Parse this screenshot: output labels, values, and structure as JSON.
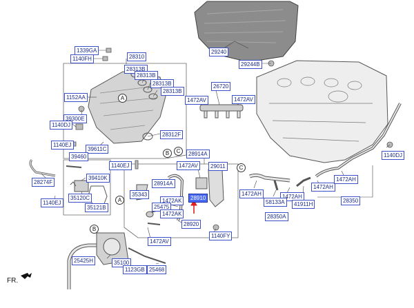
{
  "orientation_label": "FR.",
  "labels": {
    "l1339GA": "1339GA",
    "l1140FH": "1140FH",
    "l28310": "28310",
    "l28313B_1": "28313B",
    "l28313B_2": "28313B",
    "l28313B_3": "28313B",
    "l28313B_4": "28313B",
    "l1152AA": "1152AA",
    "l39300E": "39300E",
    "l1140DJ_a": "1140DJ",
    "l1140EJ_a": "1140EJ",
    "l39611C": "39611C",
    "l28312F": "28312F",
    "l29240": "29240",
    "l29244B": "29244B",
    "l26720": "26720",
    "l1472AV_1": "1472AV",
    "l1472AV_2": "1472AV",
    "l1140DJ_b": "1140DJ",
    "l39460": "39460",
    "l28274F": "28274F",
    "l39410K": "39410K",
    "l1140EJ_b": "1140EJ",
    "l1140EJ_c": "1140EJ",
    "l35120C": "35120C",
    "l35121B": "35121B",
    "l28914A_1": "28914A",
    "l1472AV_3": "1472AV",
    "l29011": "29011",
    "l28914A_2": "28914A",
    "l35343": "35343",
    "l1472AK_1": "1472AK",
    "l25475": "25475",
    "l28910": "28910",
    "l1472AK_2": "1472AK",
    "l28920": "28920",
    "l1472AV_4": "1472AV",
    "l1140FY": "1140FY",
    "l1472AH_1": "1472AH",
    "l1472AH_2": "1472AH",
    "l1472AH_3": "1472AH",
    "l1472AH_4": "1472AH",
    "l58133A": "58133A",
    "l41911H": "41911H",
    "l28350A": "28350A",
    "l28350": "28350",
    "l25425H": "25425H",
    "l35100": "35100",
    "l1123GB": "1123GB",
    "l25468": "25468"
  },
  "callouts": {
    "a1": "A",
    "b1": "B",
    "c1": "C",
    "a2": "A",
    "c2": "C",
    "b2": "B"
  },
  "colors": {
    "label_border": "#3a4fc8",
    "label_text": "#1a2a8c",
    "highlight_fill": "#4a6cf5",
    "arrow": "#e02020",
    "part_fill": "#d9d9d9",
    "part_stroke": "#555555",
    "cover_fill": "#8a8a8a"
  }
}
